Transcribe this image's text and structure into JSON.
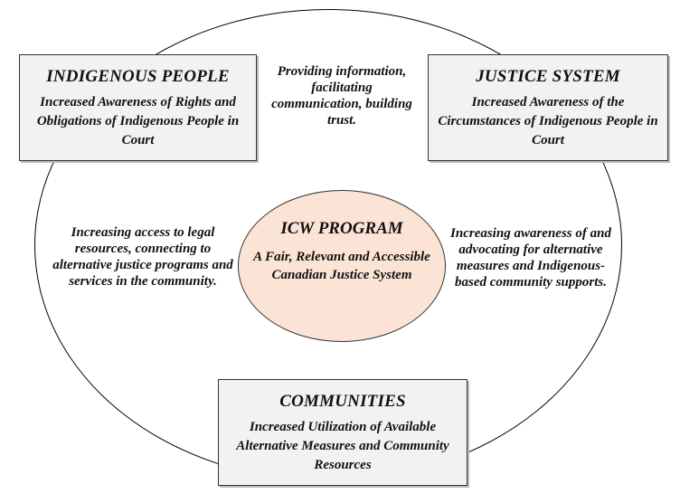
{
  "indigenous_people": {
    "title": "INDIGENOUS PEOPLE",
    "description": "Increased Awareness of Rights and Obligations of Indigenous People in Court"
  },
  "justice_system": {
    "title": "JUSTICE SYSTEM",
    "description": "Increased Awareness of the Circumstances of Indigenous People in Court"
  },
  "communities": {
    "title": "COMMUNITIES",
    "description": "Increased Utilization of Available Alternative Measures and Community Resources"
  },
  "center": {
    "title": "ICW PROGRAM",
    "description": "A Fair, Relevant and Accessible Canadian Justice System",
    "fill_color": "#fbe4d5"
  },
  "notes": {
    "top": "Providing information, facilitating communication, building trust.",
    "left": "Increasing access to legal resources, connecting to alternative justice programs and services in the community.",
    "right": "Increasing awareness of and advocating for alternative measures and Indigenous-based community supports."
  },
  "box_fill_color": "#f2f2f2"
}
